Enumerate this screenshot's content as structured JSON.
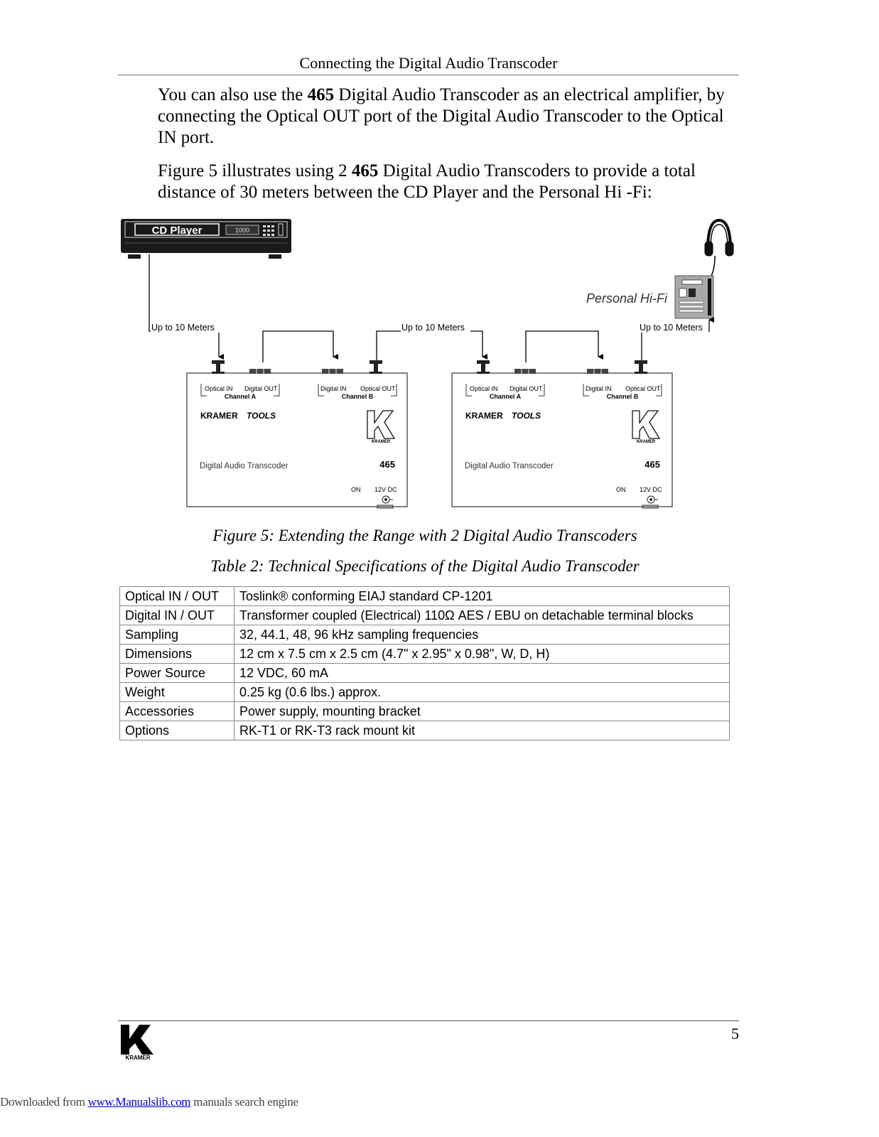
{
  "header": {
    "title": "Connecting the Digital Audio Transcoder"
  },
  "paragraph1": {
    "before": "You can also use the ",
    "bold": "465",
    "after": " Digital Audio Transcoder as an electrical amplifier, by connecting the Optical OUT port of the Digital Audio Transcoder to the Optical IN port."
  },
  "paragraph2": {
    "before": "Figure 5 illustrates using 2 ",
    "bold": "465",
    "after": " Digital Audio Transcoders to provide a total distance of 30 meters between the CD Player and the Personal Hi -Fi:"
  },
  "figure": {
    "cd_player_label": "CD Player",
    "cd_display": "1000",
    "personal_hifi_label": "Personal Hi-Fi",
    "distance_labels": [
      "Up to 10 Meters",
      "Up to 10 Meters",
      "Up to 10 Meters"
    ],
    "unit": {
      "ch_a_left": "Optical IN",
      "ch_a_right": "Digital OUT",
      "ch_a_name": "Channel A",
      "ch_b_left": "Digital IN",
      "ch_b_right": "Optical OUT",
      "ch_b_name": "Channel B",
      "brand": "KRAMER",
      "brand_sub": "TOOLS",
      "logo_text": "KRAMER",
      "product": "Digital Audio Transcoder",
      "model": "465",
      "power_on": "ON",
      "power_dc": "12V DC"
    }
  },
  "figure_caption": "Figure 5: Extending the Range with 2 Digital Audio Transcoders",
  "table_caption": "Table 2: Technical Specifications of the Digital Audio Transcoder",
  "spec_table": [
    {
      "key": "Optical IN / OUT",
      "value": "Toslink® conforming EIAJ standard CP-1201"
    },
    {
      "key": "Digital IN / OUT",
      "value": "Transformer coupled (Electrical) 110Ω AES / EBU on detachable terminal blocks"
    },
    {
      "key": "Sampling",
      "value": "32, 44.1, 48, 96 kHz sampling frequencies"
    },
    {
      "key": "Dimensions",
      "value": "12 cm x 7.5 cm x 2.5 cm (4.7\" x 2.95\" x 0.98\", W, D, H)"
    },
    {
      "key": "Power Source",
      "value": "12 VDC, 60 mA"
    },
    {
      "key": "Weight",
      "value": "0.25 kg (0.6 lbs.) approx."
    },
    {
      "key": "Accessories",
      "value": "Power supply, mounting bracket"
    },
    {
      "key": "Options",
      "value": "RK-T1 or RK-T3 rack mount kit"
    }
  ],
  "footer": {
    "logo_text": "KRAMER",
    "page_number": "5",
    "download_prefix": "Downloaded from ",
    "download_link": "www.Manualslib.com",
    "download_suffix": " manuals search engine"
  }
}
